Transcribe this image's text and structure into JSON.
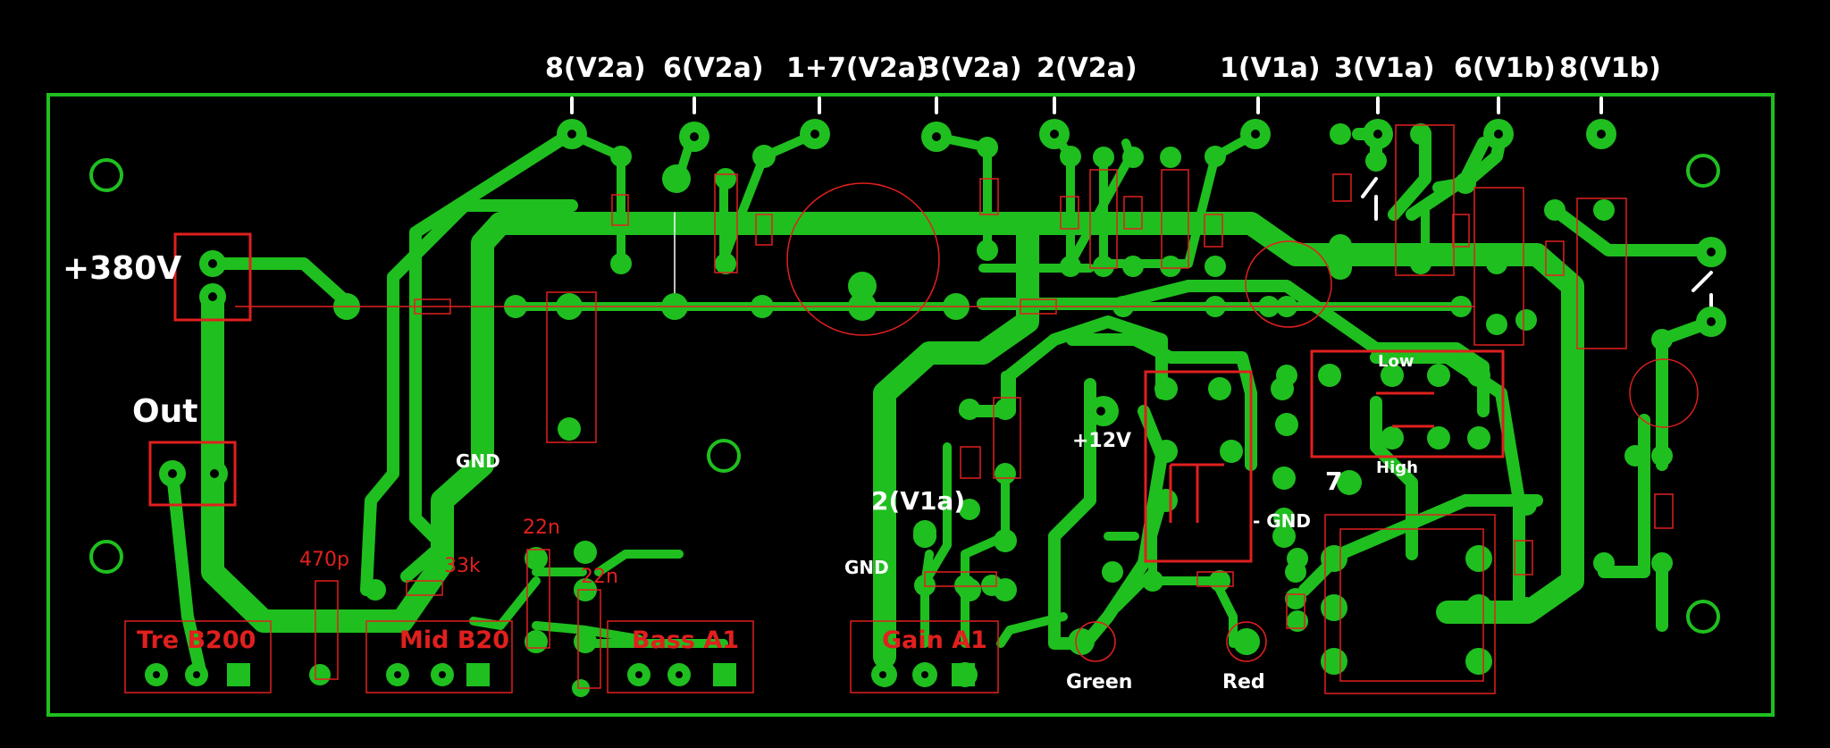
{
  "pin_labels": [
    {
      "id": "p1",
      "text": "8(V2a)"
    },
    {
      "id": "p2",
      "text": "6(V2a)"
    },
    {
      "id": "p3",
      "text": "1+7(V2a)"
    },
    {
      "id": "p4",
      "text": "3(V2a)"
    },
    {
      "id": "p5",
      "text": "2(V2a)"
    },
    {
      "id": "p6",
      "text": "1(V1a)"
    },
    {
      "id": "p7",
      "text": "3(V1a)"
    },
    {
      "id": "p8",
      "text": "6(V1b)"
    },
    {
      "id": "p9",
      "text": "8(V1b)"
    }
  ],
  "labels": {
    "supply": "+380V",
    "out": "Out",
    "gnd_left": "GND",
    "gnd_gain": "GND",
    "v1a_pin2": "2(V1a)",
    "plus12v": "+12V",
    "minus_gnd": "- GND",
    "seven": "7",
    "low": "Low",
    "high": "High",
    "green": "Green",
    "red": "Red"
  },
  "pots": {
    "treble": "Tre B200",
    "mid": "Mid B20",
    "bass": "Bass A1",
    "gain": "Gain A1"
  },
  "components": {
    "c470p": "470p",
    "r33k": "33k",
    "c22n_a": "22n",
    "c22n_b": "22n"
  },
  "colors": {
    "board_bg": "#000000",
    "copper": "#1fbf1f",
    "silkscreen": "#e0201e",
    "text": "#ffffff"
  }
}
